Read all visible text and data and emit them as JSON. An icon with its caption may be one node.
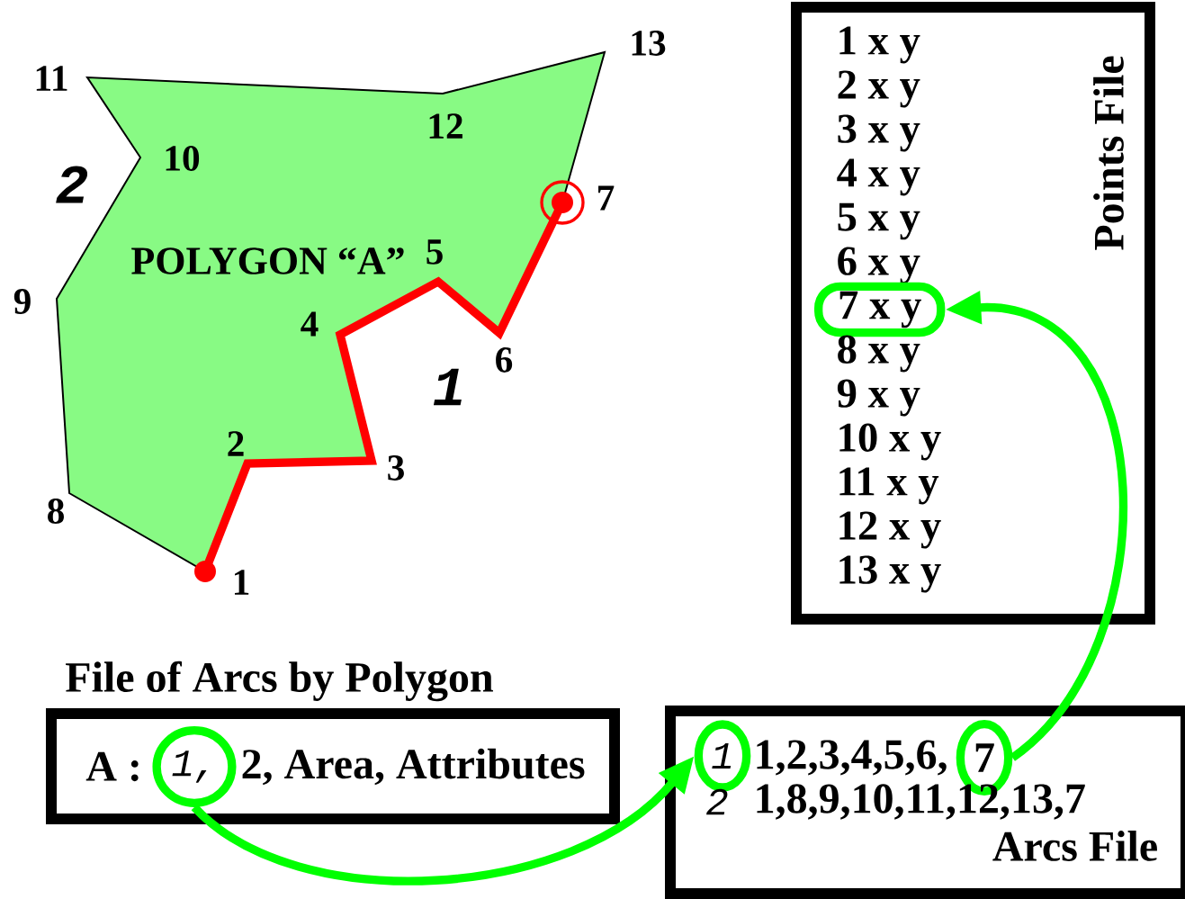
{
  "diagram": {
    "nodes": [
      {
        "text": [
          "POLYGON “A”"
        ]
      },
      {
        "text": [
          "Points File"
        ]
      },
      {
        "text": [
          "1 x y"
        ],
        "in": 1
      },
      {
        "text": [
          "2 x y"
        ],
        "in": 1
      },
      {
        "text": [
          "3 x y"
        ],
        "in": 1
      },
      {
        "text": [
          "4 x y"
        ],
        "in": 1
      },
      {
        "text": [
          "5 x y"
        ],
        "in": 1
      },
      {
        "text": [
          "6 x y"
        ],
        "in": 1
      },
      {
        "text": [
          "7 x y"
        ],
        "in": 1
      },
      {
        "text": [
          "8 x y"
        ],
        "in": 1
      },
      {
        "text": [
          "9 x y"
        ],
        "in": 1
      },
      {
        "text": [
          "10 x y"
        ],
        "in": 1
      },
      {
        "text": [
          "11 x y"
        ],
        "in": 1
      },
      {
        "text": [
          "12 x y"
        ],
        "in": 1
      },
      {
        "text": [
          "13 x y"
        ],
        "in": 1
      },
      {
        "text": [
          "File of Arcs by Polygon",
          "A :"
        ]
      },
      {
        "text": [
          "1,"
        ],
        "in": 15
      },
      {
        "text": [
          "2, Area, Attributes"
        ],
        "in": 15
      },
      {
        "text": [
          "Arcs File"
        ]
      },
      {
        "text": [
          "1"
        ],
        "in": 18
      },
      {
        "text": [
          "1,2,3,4,5,6,"
        ],
        "in": 18
      },
      {
        "text": [
          "7"
        ],
        "in": 18
      },
      {
        "text": [
          "2"
        ],
        "in": 18
      },
      {
        "text": [
          "1,8,9,10,11,12,13,7"
        ],
        "in": 18
      }
    ],
    "edges": [
      {
        "from": 16,
        "to": 19,
        "arrow": "to"
      },
      {
        "from": 21,
        "to": 8,
        "arrow": "to"
      }
    ],
    "labels": [
      "13",
      "11",
      "12",
      "10",
      "2",
      "7",
      "5",
      "9",
      "4",
      "6",
      "1",
      "2",
      "3",
      "8",
      "1"
    ]
  }
}
